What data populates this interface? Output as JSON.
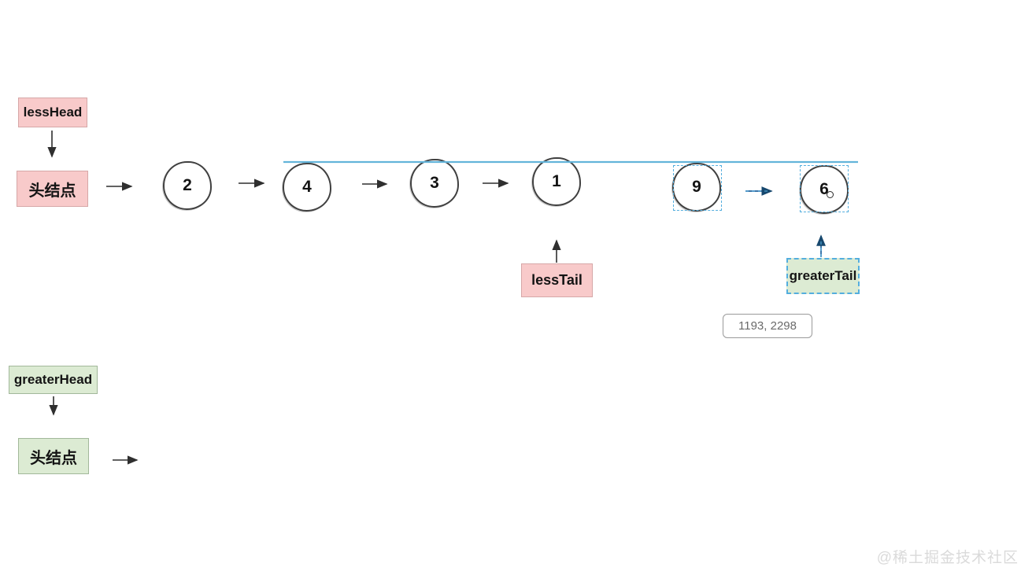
{
  "diagram": {
    "less_chain": {
      "head_label": "lessHead",
      "head_node_label": "头结点",
      "tail_label": "lessTail"
    },
    "greater_chain": {
      "head_label": "greaterHead",
      "head_node_label": "头结点",
      "tail_label": "greaterTail"
    },
    "nodes": [
      {
        "value": "2",
        "selected": false
      },
      {
        "value": "4",
        "selected": false
      },
      {
        "value": "3",
        "selected": false
      },
      {
        "value": "1",
        "selected": false
      },
      {
        "value": "9",
        "selected": true
      },
      {
        "value": "6",
        "selected": true
      }
    ]
  },
  "tooltip": {
    "text": "1193, 2298"
  },
  "watermark": {
    "text": "@稀土掘金技术社区"
  },
  "icons": {
    "cursor_dot": "small-circle-outline",
    "arrowhead": "triangle"
  },
  "colors": {
    "pink_fill": "#f8caca",
    "pink_border": "#d6a7a7",
    "green_fill": "#dcebd3",
    "green_border": "#a2b89a",
    "selection_blue": "#54aede",
    "line_blue": "#63b4da",
    "arrow_black": "#2f2f2f",
    "arrow_blue": "#1c5f9c",
    "node_stroke": "#404040",
    "tooltip_border": "#9a9a9a",
    "tooltip_text": "#6a6a6a",
    "watermark": "#dadada"
  }
}
